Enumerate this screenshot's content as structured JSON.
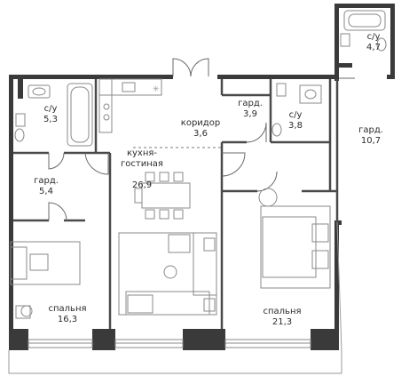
{
  "plan": {
    "rooms": [
      {
        "id": "bath-top-right",
        "name": "с/у",
        "area": "4,7"
      },
      {
        "id": "bath-left",
        "name": "с/у",
        "area": "5,3"
      },
      {
        "id": "corridor",
        "name": "коридор",
        "area": "3,6"
      },
      {
        "id": "wardrobe-small",
        "name": "гард.",
        "area": "3,9"
      },
      {
        "id": "bath-mid",
        "name": "с/у",
        "area": "3,8"
      },
      {
        "id": "wardrobe-right",
        "name": "гард.",
        "area": "10,7"
      },
      {
        "id": "kitchen-living",
        "name": "кухня-\nгостиная",
        "area": "26,9"
      },
      {
        "id": "wardrobe-left",
        "name": "гард.",
        "area": "5,4"
      },
      {
        "id": "bedroom-left",
        "name": "спальня",
        "area": "16,3"
      },
      {
        "id": "bedroom-right",
        "name": "спальня",
        "area": "21,3"
      }
    ]
  }
}
